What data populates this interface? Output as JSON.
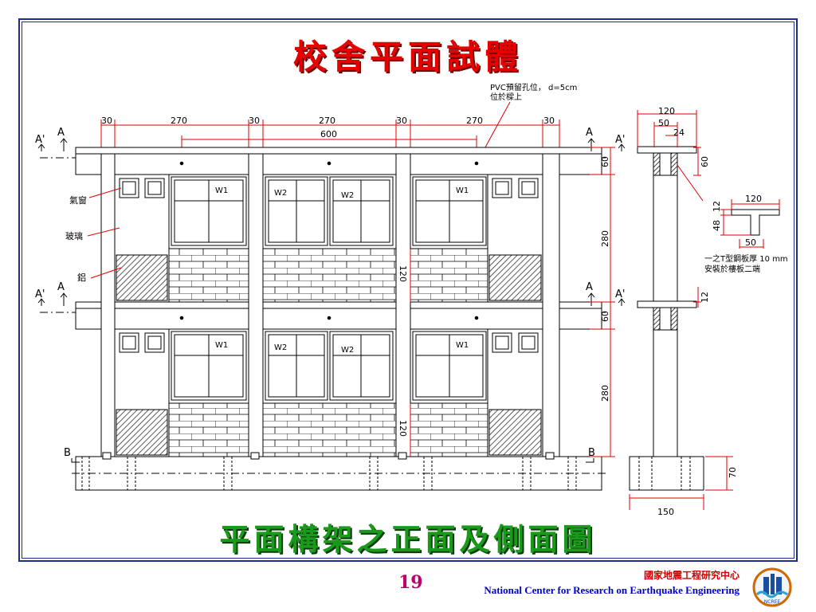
{
  "slide": {
    "title": "校舍平面試體",
    "subtitle": "平面構架之正面及側面圖",
    "page_number": "19",
    "footer_cn": "國家地震工程研究中心",
    "footer_en": "National Center for Research on Earthquake Engineering",
    "logo_text": "NCREE"
  },
  "drawing": {
    "top_dims": [
      "30",
      "270",
      "30",
      "270",
      "30",
      "270",
      "30"
    ],
    "span_dim": "600",
    "pvc_note_line1": "PVC預留孔位， d=5cm",
    "pvc_note_line2": "位於樑上",
    "window_labels": [
      "W1",
      "W2",
      "W2",
      "W1",
      "W1",
      "W2",
      "W2",
      "W1"
    ],
    "material_labels": [
      "氣窗",
      "玻璃",
      "鋁"
    ],
    "section_marks": [
      "A",
      "A'",
      "A",
      "A'",
      "A",
      "A'",
      "A",
      "A'",
      "B",
      "B"
    ],
    "right_dims": [
      "60",
      "280",
      "60",
      "280"
    ],
    "wall_dims": [
      "120",
      "120"
    ],
    "side_top_dims": [
      "120",
      "50",
      "24"
    ],
    "side_dims": [
      "60",
      "12",
      "70"
    ],
    "side_bottom_dim": "150",
    "tsection_dims": [
      "120",
      "12",
      "48",
      "50"
    ],
    "tsection_note_line1": "一之T型鋼板厚 10 mm",
    "tsection_note_line2": "安裝於樓板二端"
  },
  "colors": {
    "title": "#e60000",
    "subtitle": "#1a9a1a",
    "frame": "#1f2b8e",
    "dimension": "#e00000",
    "line": "#000000"
  }
}
